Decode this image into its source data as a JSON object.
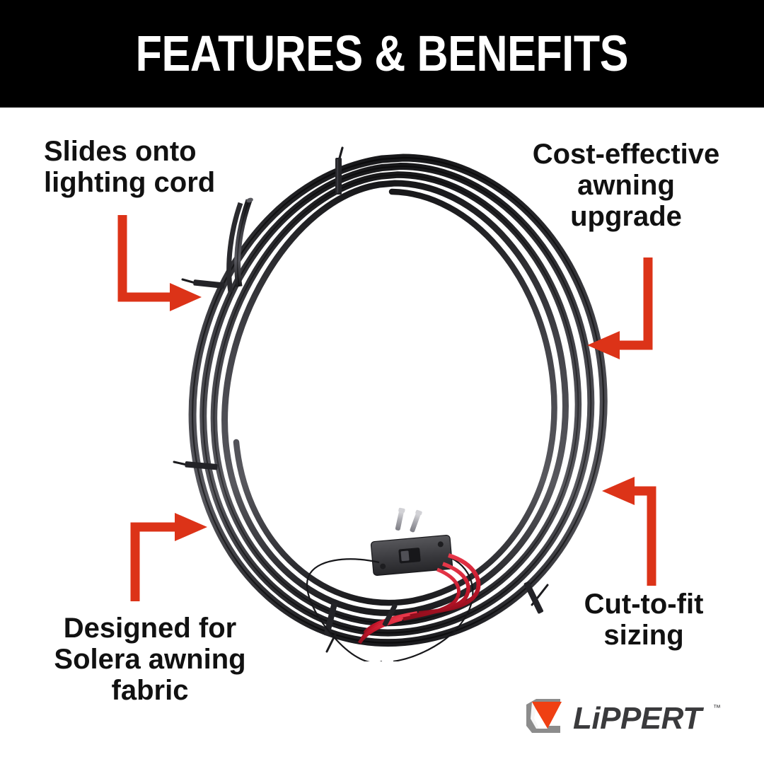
{
  "header": {
    "title": "FEATURES & BENEFITS",
    "background_color": "#000000",
    "text_color": "#ffffff"
  },
  "theme": {
    "accent_color": "#DC3318",
    "text_color": "#111111",
    "background_color": "#ffffff",
    "logo_gray": "#8C8C8C",
    "logo_dark": "#3A3A3C",
    "logo_orange": "#EF4013"
  },
  "callouts": [
    {
      "id": "slides-onto-lighting-cord",
      "text": "Slides onto\nlighting cord",
      "align": "left",
      "arrow": "down-then-right"
    },
    {
      "id": "cost-effective-awning-upgrade",
      "text": "Cost-effective\nawning\nupgrade",
      "align": "center",
      "arrow": "down-then-left"
    },
    {
      "id": "designed-for-solera-awning-fabric",
      "text": "Designed for\nSolera awning\nfabric",
      "align": "center",
      "arrow": "up-then-right"
    },
    {
      "id": "cut-to-fit-sizing",
      "text": "Cut-to-fit\nsizing",
      "align": "center",
      "arrow": "up-then-left"
    }
  ],
  "product": {
    "name": "coiled-awning-light-cord",
    "description": "Large coil of black awning lighting cord bound with zip ties, with a black rocker switch plate, two mounting screws and a red/black wire harness",
    "parts": [
      {
        "name": "coiled-cord",
        "color": "#2b2b2e"
      },
      {
        "name": "zip-tie",
        "color": "#1d1d1f"
      },
      {
        "name": "rocker-switch-plate",
        "color": "#3a3a3c"
      },
      {
        "name": "mounting-screws",
        "color": "#b9b9bd"
      },
      {
        "name": "wire-harness",
        "color": "#c6172a"
      }
    ]
  },
  "brand": {
    "name": "LiPPERT",
    "trademark": "™"
  }
}
